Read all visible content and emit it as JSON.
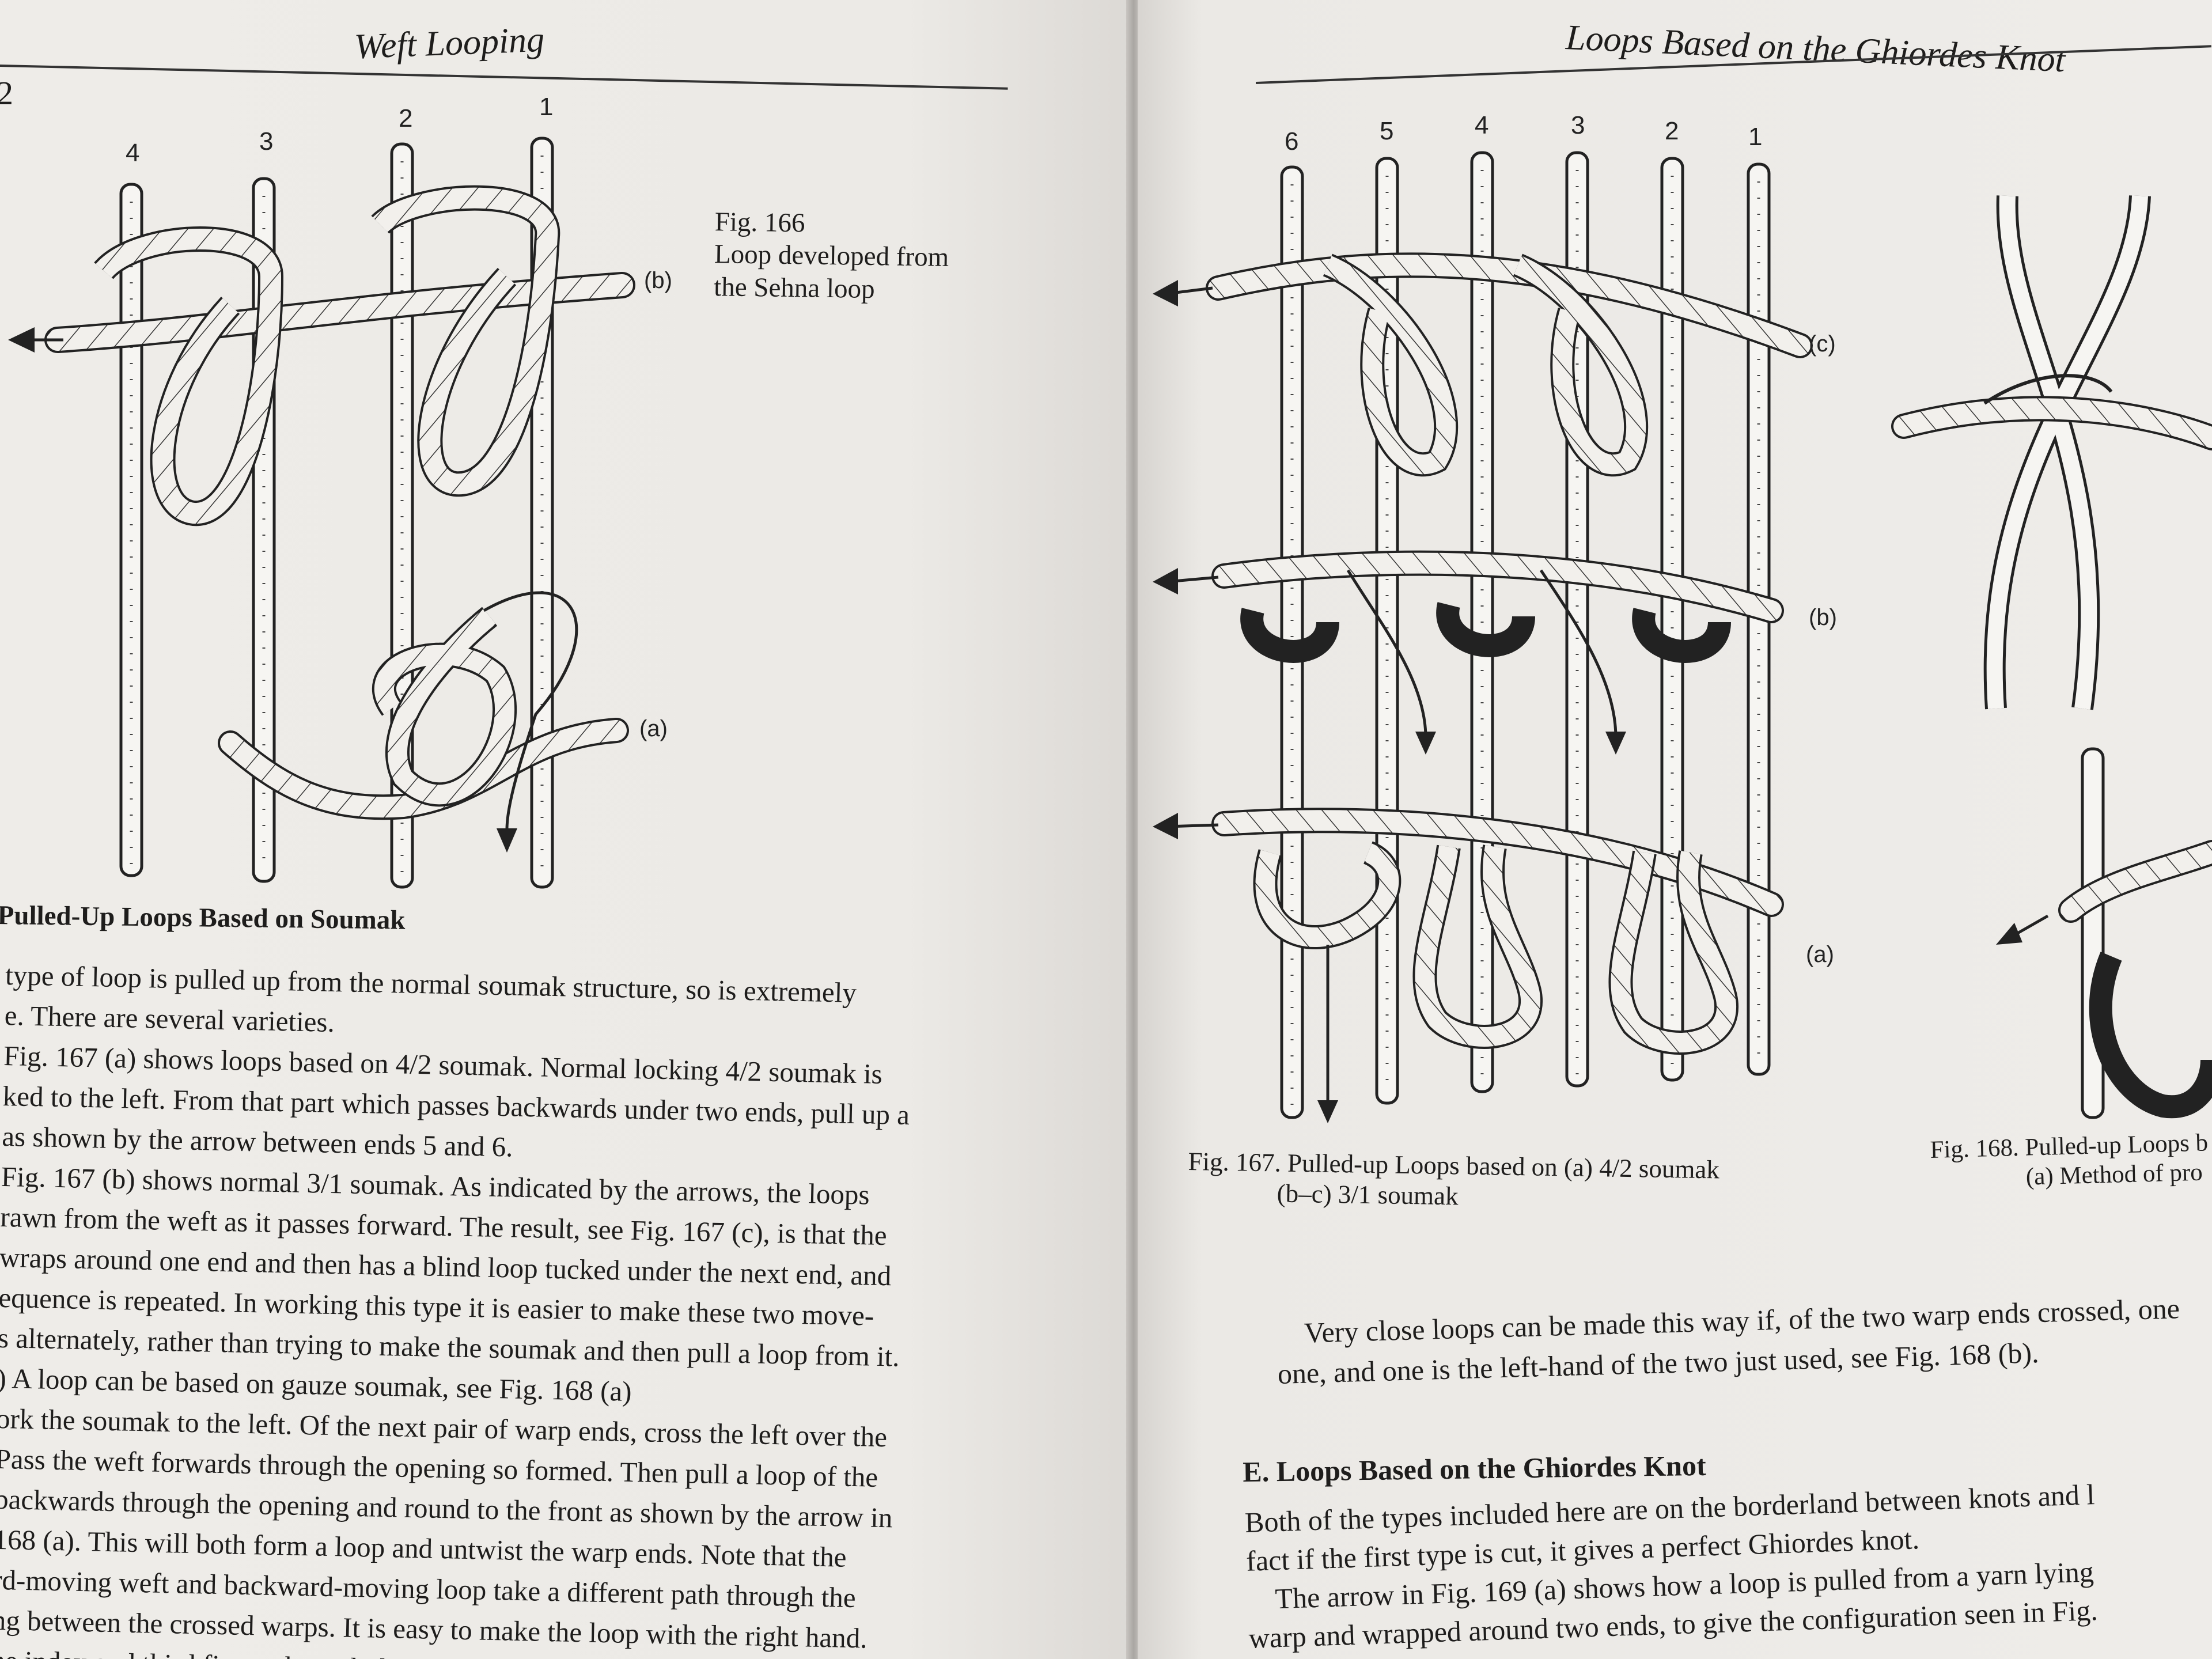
{
  "left_page": {
    "folio": "2",
    "running_head": "Weft Looping",
    "fig166": {
      "warp_numbers": [
        "4",
        "3",
        "2",
        "1"
      ],
      "labels": {
        "b": "(b)",
        "a": "(a)"
      },
      "caption": [
        "Fig. 166",
        "Loop developed from",
        "the Sehna loop"
      ]
    },
    "section_heading": "Pulled-Up Loops Based on Soumak",
    "body_lines": [
      "type of loop is pulled up from the normal soumak structure, so is extremely",
      "e. There are several varieties.",
      "Fig. 167 (a) shows loops based on 4/2 soumak. Normal locking 4/2 soumak is",
      "ked to the left. From that part which passes backwards under two ends, pull up a",
      "as shown by the arrow between ends 5 and 6.",
      "Fig. 167 (b) shows normal 3/1 soumak. As indicated by the arrows, the loops",
      "rawn from the weft as it passes forward. The result, see Fig. 167 (c), is that the",
      "wraps around one end and then has a blind loop tucked under the next end, and",
      "equence is repeated. In working this type it is easier to make these two move-",
      "s alternately, rather than trying to make the soumak and then pull a loop from it.",
      ") A loop can be based on gauze soumak, see Fig. 168 (a)",
      "ork the soumak to the left. Of the next pair of warp ends, cross the left over the",
      "Pass the weft forwards through the opening so formed. Then pull a loop of the",
      "backwards through the opening and round to the front as shown by the arrow in",
      "168 (a). This will both form a loop and untwist the warp ends. Note that the",
      "rd-moving weft and backward-moving loop take a different path through the",
      "ng between the crossed warps. It is easy to make the loop with the right hand.",
      "ne index and third finger through the opening"
    ]
  },
  "right_page": {
    "running_head": "Loops Based on the Ghiordes Knot",
    "fig167": {
      "warp_numbers": [
        "6",
        "5",
        "4",
        "3",
        "2",
        "1"
      ],
      "labels": {
        "c": "(c)",
        "b": "(b)",
        "a": "(a)"
      },
      "caption": [
        "Fig. 167. Pulled-up Loops based on (a) 4/2 soumak",
        "(b–c) 3/1 soumak"
      ]
    },
    "fig168": {
      "caption": [
        "Fig. 168. Pulled-up Loops b",
        "(a) Method of pro"
      ]
    },
    "para_intro_lines": [
      "Very close loops can be made this way if, of the two warp ends crossed, one",
      "one, and one is the left-hand of the two just used, see Fig. 168 (b)."
    ],
    "section_heading": "E. Loops Based on the Ghiordes Knot",
    "body_lines": [
      "Both of the types included here are on the borderland between knots and l",
      "fact if the first type is cut, it gives a perfect Ghiordes knot.",
      "The arrow in Fig. 169 (a) shows how a loop is pulled from a yarn lying",
      "warp and wrapped around two ends, to give the configuration seen in Fig."
    ]
  }
}
